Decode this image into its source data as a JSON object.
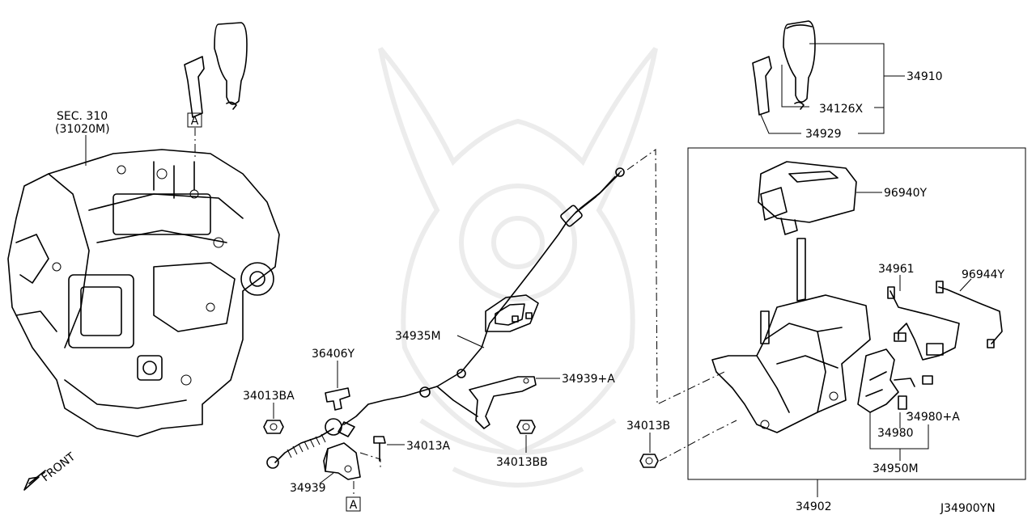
{
  "diagram": {
    "code": "J34900YN",
    "front_label": "FRONT",
    "ref_marker": "A",
    "labels": {
      "sec": "SEC. 310",
      "sec_sub": "(31020M)",
      "p34910": "34910",
      "p34126x": "34126X",
      "p34929": "34929",
      "p96940y": "96940Y",
      "p34961": "34961",
      "p96944y": "96944Y",
      "p34935m": "34935M",
      "p36406y": "36406Y",
      "p34939a": "34939+A",
      "p34013ba": "34013BA",
      "p34013a": "34013A",
      "p34013bb": "34013BB",
      "p34013b": "34013B",
      "p34939": "34939",
      "p34980a": "34980+A",
      "p34980": "34980",
      "p34950m": "34950M",
      "p34902": "34902"
    }
  }
}
